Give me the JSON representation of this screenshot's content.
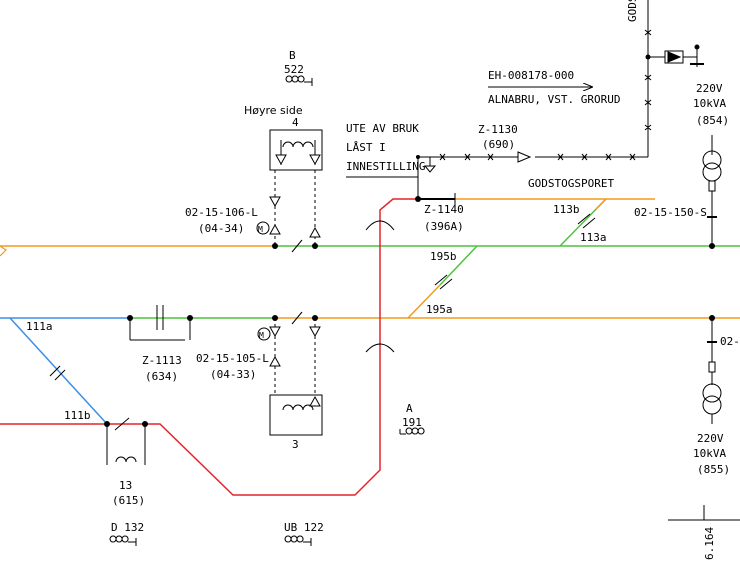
{
  "colors": {
    "orange": "#f39a1e",
    "green": "#4cc43a",
    "blue": "#3a8fe8",
    "red": "#e3242b",
    "black": "#000000"
  },
  "labels": {
    "godsklipp": "GODS",
    "b_letter": "B",
    "b_num": "522",
    "hoyre_side": "Høyre side",
    "four": "4",
    "ute": "UTE AV BRUK",
    "last_i": "LÅST I",
    "innstilling": "INNESTILLING",
    "eh": "EH-008178-000",
    "alnabru": "ALNABRU, VST. GRORUD",
    "z1130": "Z-1130",
    "z1130b": "(690)",
    "v220_top": "220V",
    "kva_top": "10kVA",
    "n854": "(854)",
    "godstog": "GODSTOGSPORET",
    "s113b": "113b",
    "s113a": "113a",
    "ldr150": "02-15-150-S",
    "ldr106": "02-15-106-L",
    "ldr106b": "(04-34)",
    "z1140": "Z-1140",
    "z1140b": "(396A)",
    "s195b": "195b",
    "s195a": "195a",
    "s111a": "111a",
    "z1113": "Z-1113",
    "z1113b": "(634)",
    "ldr105": "02-15-105-L",
    "ldr105b": "(04-33)",
    "ldr02": "02-",
    "s111b": "111b",
    "a_letter": "A",
    "a_num": "191",
    "three": "3",
    "v220_bot": "220V",
    "kva_bot": "10kVA",
    "n855": "(855)",
    "thirteen": "13",
    "n615": "(615)",
    "d132": "D 132",
    "ub122": "UB 122",
    "ref": "6.164"
  }
}
